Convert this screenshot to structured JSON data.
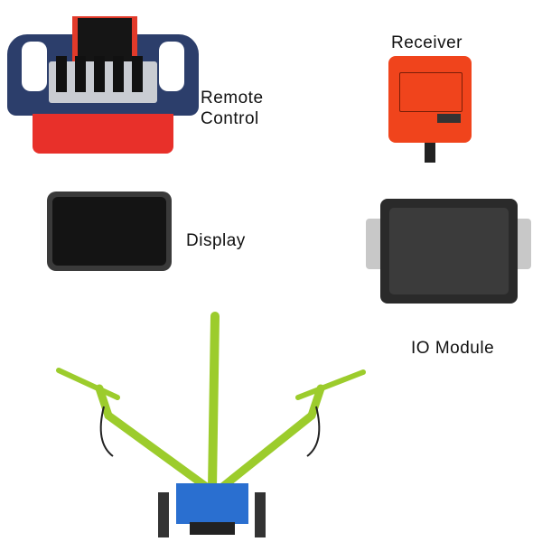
{
  "labels": {
    "remote_control": [
      "Remote",
      "Control"
    ],
    "receiver": "Receiver",
    "display": "Display",
    "io_module": "IO Module"
  },
  "colors": {
    "remote_body": "#2c3e6b",
    "remote_base": "#e8302a",
    "receiver": "#f0441c",
    "display_screen": "#1a1a1a",
    "io_module": "#2a2a2a",
    "drill_arms": "#9ccc2c",
    "drill_base": "#2a6fd0"
  }
}
